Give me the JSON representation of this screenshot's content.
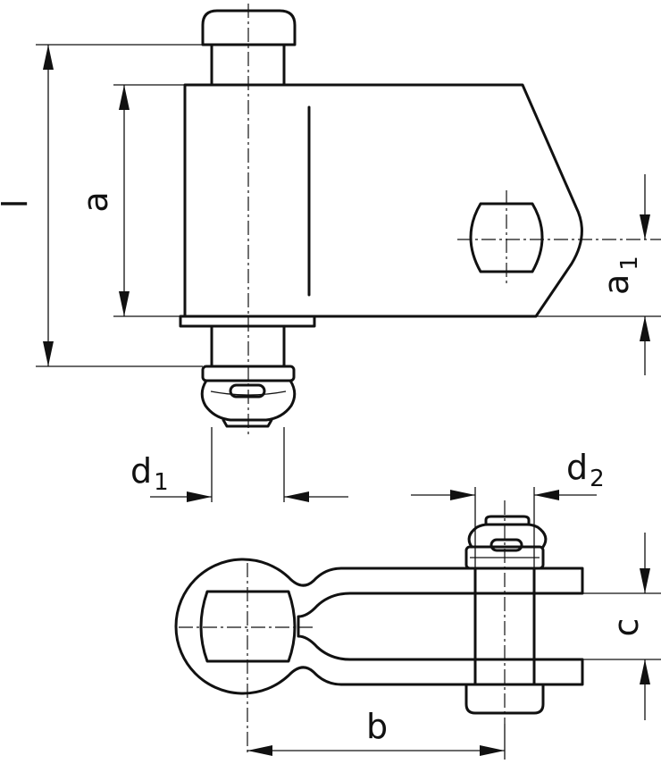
{
  "labels": {
    "l": "l",
    "a": "a",
    "a1_main": "a",
    "a1_sub": "1",
    "d1_main": "d",
    "d1_sub": "1",
    "d2_main": "d",
    "d2_sub": "2",
    "b": "b",
    "c": "c"
  }
}
